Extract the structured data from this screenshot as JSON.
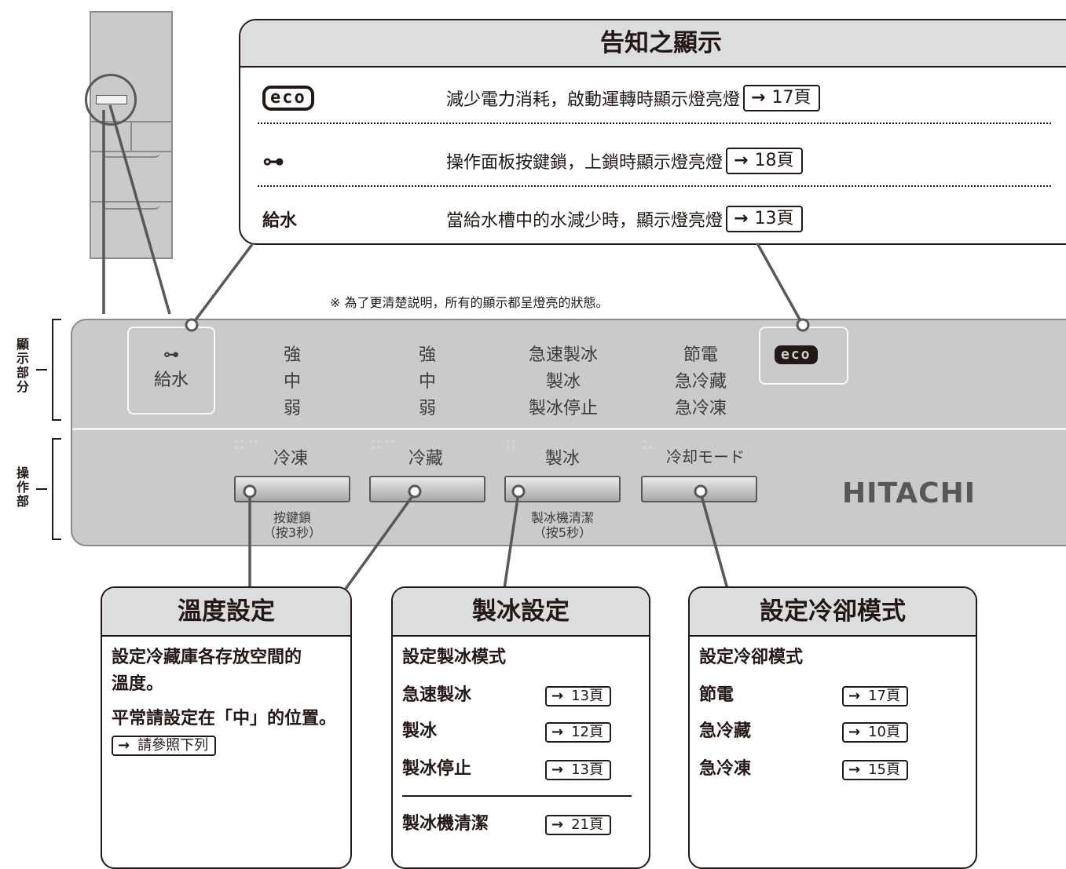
{
  "notice": {
    "title": "告知之顯示",
    "rows": [
      {
        "icon": "eco",
        "label": "eco",
        "desc": "減少電力消耗，啟動運轉時顯示燈亮燈",
        "ref": "17頁"
      },
      {
        "icon": "lock",
        "label": "⊶",
        "desc": "操作面板按鍵鎖，上鎖時顯示燈亮燈",
        "ref": "18頁"
      },
      {
        "icon": "",
        "label": "給水",
        "desc": "當給水槽中的水減少時，顯示燈亮燈",
        "ref": "13頁"
      }
    ]
  },
  "arrow_symbol": "→",
  "note": "※ 為了更清楚説明，所有的顯示都呈燈亮的狀態。",
  "side_labels": {
    "display": "顯示部分",
    "operation": "操作部"
  },
  "display": {
    "lock_glyph": "⊶",
    "water": "給水",
    "freezer_levels": [
      "強",
      "中",
      "弱"
    ],
    "fridge_levels": [
      "強",
      "中",
      "弱"
    ],
    "ice_modes": [
      "急速製冰",
      "製冰",
      "製冰停止"
    ],
    "cool_modes": [
      "節電",
      "急冷藏",
      "急冷凍"
    ],
    "eco": "eco"
  },
  "buttons": [
    {
      "label": "冷凍",
      "sub": [
        "按鍵鎖",
        "（按3秒）"
      ]
    },
    {
      "label": "冷藏",
      "sub": []
    },
    {
      "label": "製冰",
      "sub": [
        "製冰機清潔",
        "（按5秒）"
      ]
    },
    {
      "label": "冷却モード",
      "sub": []
    }
  ],
  "brand": "HITACHI",
  "temp_card": {
    "title": "溫度設定",
    "line1": "設定冷藏庫各存放空間的",
    "line2": "溫度。",
    "line3": "平常請設定在「中」的位置。",
    "ref": "請參照下列"
  },
  "ice_card": {
    "title": "製冰設定",
    "intro": "設定製冰模式",
    "items": [
      {
        "label": "急速製冰",
        "ref": "13頁"
      },
      {
        "label": "製冰",
        "ref": "12頁"
      },
      {
        "label": "製冰停止",
        "ref": "13頁"
      }
    ],
    "extra": {
      "label": "製冰機清潔",
      "ref": "21頁"
    }
  },
  "cool_card": {
    "title": "設定冷卻模式",
    "intro": "設定冷卻模式",
    "items": [
      {
        "label": "節電",
        "ref": "17頁"
      },
      {
        "label": "急冷藏",
        "ref": "10頁"
      },
      {
        "label": "急冷凍",
        "ref": "15頁"
      }
    ]
  }
}
